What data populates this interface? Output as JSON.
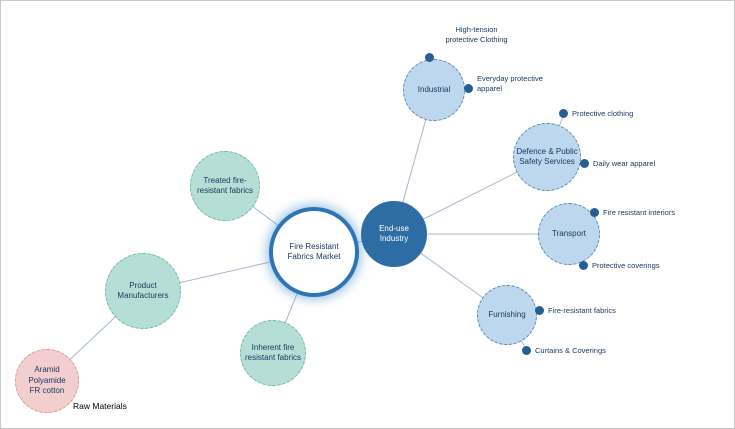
{
  "nodes": {
    "market": {
      "label": "Fire Resistant\nFabrics Market"
    },
    "end_use": {
      "label": "End-use\nIndustry"
    },
    "industrial": {
      "label": "Industrial"
    },
    "defence": {
      "label": "Defence & Public\nSafety Services"
    },
    "transport": {
      "label": "Transport"
    },
    "furnishing": {
      "label": "Furnishing"
    },
    "treated": {
      "label": "Treated fire-\nresistant fabrics"
    },
    "manufacturers": {
      "label": "Product\nManufacturers"
    },
    "inherent": {
      "label": "Inherent fire\nresistant fabrics"
    },
    "aramid": {
      "label": "Aramid\nPolyamide\nFR cotton"
    }
  },
  "leaves": {
    "high_tension": {
      "label": "High-tension\nprotective Clothing"
    },
    "everyday": {
      "label": "Everyday protective\napparel"
    },
    "protective_clothing": {
      "label": "Protective clothing"
    },
    "daily_wear": {
      "label": "Daily wear apparel"
    },
    "fire_interiors": {
      "label": "Fire resistant interiors"
    },
    "protective_coverings": {
      "label": "Protective coverings"
    },
    "fire_fabrics": {
      "label": "Fire-resistant fabrics"
    },
    "curtains": {
      "label": "Curtains & Coverings"
    }
  },
  "annotations": {
    "raw_materials": "Raw Materials"
  },
  "colors": {
    "dark_node": "#2E6DA4",
    "light_blue_node": "#BDD7EE",
    "green_node": "#B5DFD6",
    "pink_node": "#F2CFCE",
    "center_ring": "#2E75B6",
    "leaf_dot": "#255E91",
    "label_text": "#17375E",
    "connector": "#A6B8CB"
  }
}
